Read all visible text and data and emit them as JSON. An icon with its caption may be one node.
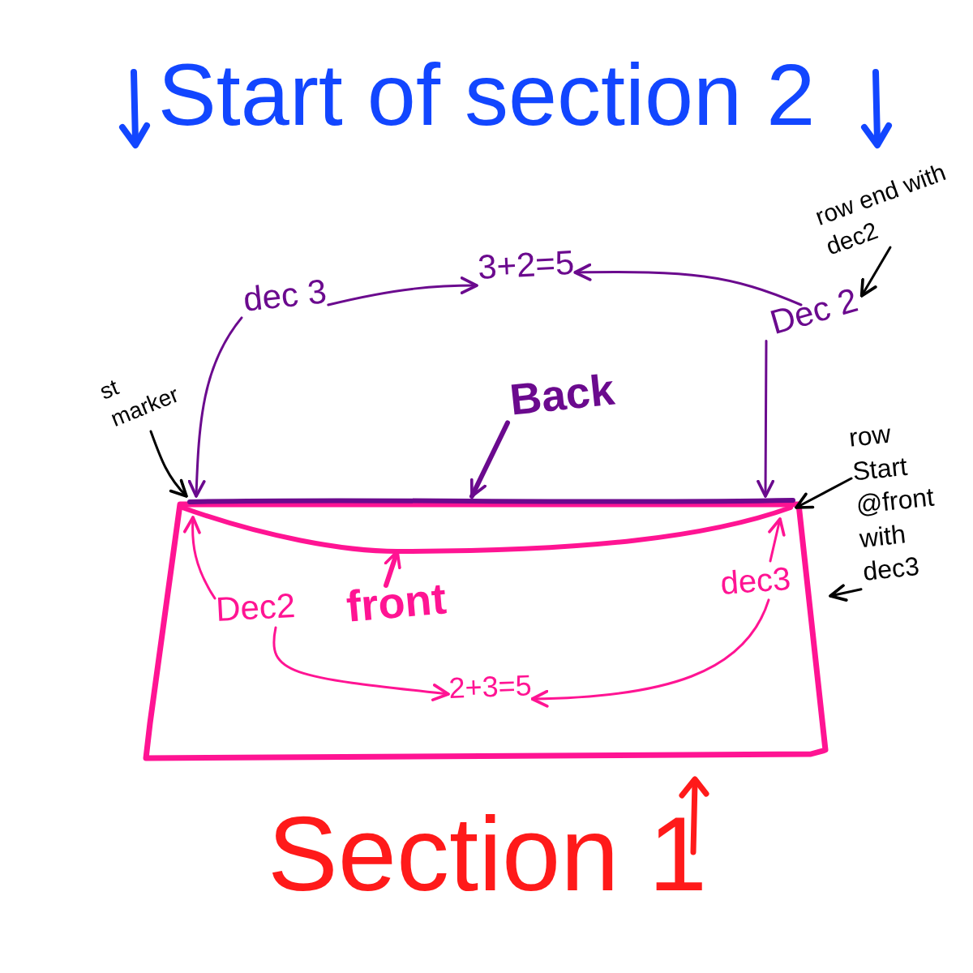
{
  "diagram": {
    "title": "Start of section 2",
    "caption": "Section 1",
    "nodes": [
      {
        "text": [
          "dec 3"
        ]
      },
      {
        "text": [
          "3+2=5"
        ]
      },
      {
        "text": [
          "Dec 2"
        ]
      },
      {
        "text": [
          "row end with dec2"
        ]
      },
      {
        "text": [
          "st marker"
        ]
      },
      {
        "text": [
          "Back"
        ]
      },
      {
        "text": [],
        "shape": "bar"
      },
      {
        "text": [
          "row Start @front with dec3"
        ]
      },
      {
        "text": [],
        "shape": "box"
      },
      {
        "text": [
          "Dec2"
        ],
        "in": 8
      },
      {
        "text": [
          "front"
        ],
        "in": 8
      },
      {
        "text": [
          "dec3"
        ],
        "in": 8
      },
      {
        "text": [
          "2+3=5"
        ],
        "in": 8
      },
      {
        "text": [],
        "shape": "line",
        "in": 8
      }
    ],
    "edges": [
      {
        "from": 0,
        "to": 1,
        "arrow": "to"
      },
      {
        "from": 2,
        "to": 1,
        "arrow": "to"
      },
      {
        "from": 3,
        "to": 2,
        "arrow": "to",
        "color": "#000000"
      },
      {
        "from": 0,
        "to": 6,
        "arrow": "to"
      },
      {
        "from": 2,
        "to": 6,
        "arrow": "to"
      },
      {
        "from": 5,
        "to": 6,
        "arrow": "to",
        "style": "thick"
      },
      {
        "from": 4,
        "to": 6,
        "arrow": "to",
        "color": "#000000"
      },
      {
        "from": 7,
        "to": 6,
        "arrow": "to",
        "color": "#000000"
      },
      {
        "from": 7,
        "to": 8,
        "arrow": "to",
        "color": "#000000"
      },
      {
        "from": 9,
        "to": 13,
        "arrow": "to",
        "color": "#ff1493"
      },
      {
        "from": 10,
        "to": 13,
        "arrow": "to",
        "color": "#ff1493",
        "style": "thick"
      },
      {
        "from": 11,
        "to": 13,
        "arrow": "to",
        "color": "#ff1493"
      },
      {
        "from": 9,
        "to": 12,
        "arrow": "to",
        "color": "#ff1493"
      },
      {
        "from": 11,
        "to": 12,
        "arrow": "to",
        "color": "#ff1493"
      }
    ]
  }
}
